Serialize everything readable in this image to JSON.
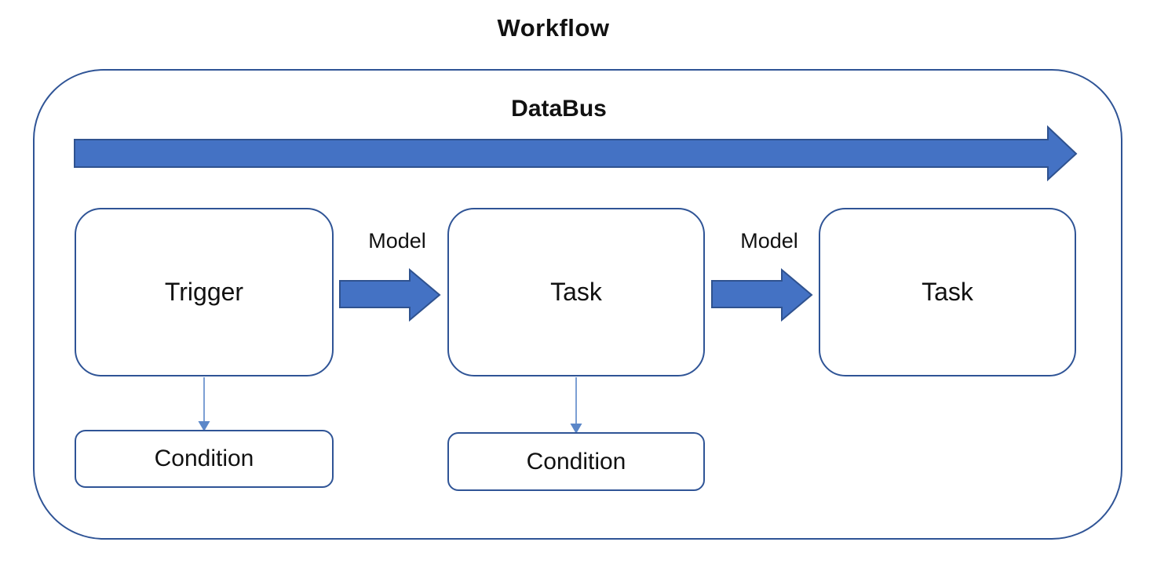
{
  "diagram": {
    "title": "Workflow",
    "bus": {
      "label": "DataBus"
    },
    "nodes": [
      {
        "id": "trigger",
        "label": "Trigger"
      },
      {
        "id": "task-1",
        "label": "Task"
      },
      {
        "id": "task-2",
        "label": "Task"
      }
    ],
    "edges": [
      {
        "from": "trigger",
        "to": "task-1",
        "label": "Model"
      },
      {
        "from": "task-1",
        "to": "task-2",
        "label": "Model"
      }
    ],
    "conditions": [
      {
        "attached_to": "trigger",
        "label": "Condition"
      },
      {
        "attached_to": "task-1",
        "label": "Condition"
      }
    ],
    "colors": {
      "arrow_fill": "#4472C4",
      "arrow_border": "#2F528F",
      "box_border": "#2F5496",
      "connector": "#5B87C9"
    }
  }
}
